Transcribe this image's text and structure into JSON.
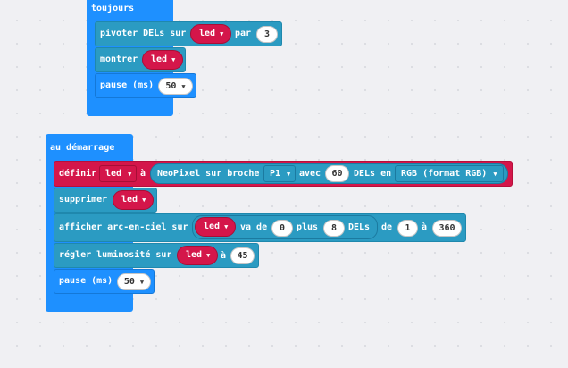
{
  "forever": {
    "title": "toujours",
    "rotate": {
      "label": "pivoter DELs sur",
      "strip": "led",
      "by_label": "par",
      "by_value": "3"
    },
    "show": {
      "label": "montrer",
      "strip": "led"
    },
    "pause": {
      "label": "pause (ms)",
      "value": "50"
    }
  },
  "on_start": {
    "title": "au démarrage",
    "set": {
      "label": "définir",
      "variable": "led",
      "to_label": "à",
      "create_label": "NeoPixel sur broche",
      "pin": "P1",
      "with_label": "avec",
      "count": "60",
      "leds_in_label": "DELs en",
      "mode": "RGB (format RGB)"
    },
    "clear": {
      "label": "supprimer",
      "strip": "led"
    },
    "rainbow": {
      "label": "afficher arc-en-ciel sur",
      "strip_label": "led",
      "range_from_label": "va de",
      "range_from": "0",
      "range_plus_label": "plus",
      "range_count": "8",
      "range_unit_label": "DELs",
      "hue_from_label": "de",
      "hue_start": "1",
      "hue_to_label": "à",
      "hue_end": "360"
    },
    "brightness": {
      "label": "régler luminosité sur",
      "strip": "led",
      "to_label": "à",
      "value": "45"
    },
    "pause": {
      "label": "pause (ms)",
      "value": "50"
    }
  },
  "icons": {
    "dropdown": "▼"
  },
  "colors": {
    "event": "#1e90ff",
    "neopixel": "#2b9bc2",
    "neopixel_var": "#d4164a",
    "basic": "#1e90ff"
  }
}
